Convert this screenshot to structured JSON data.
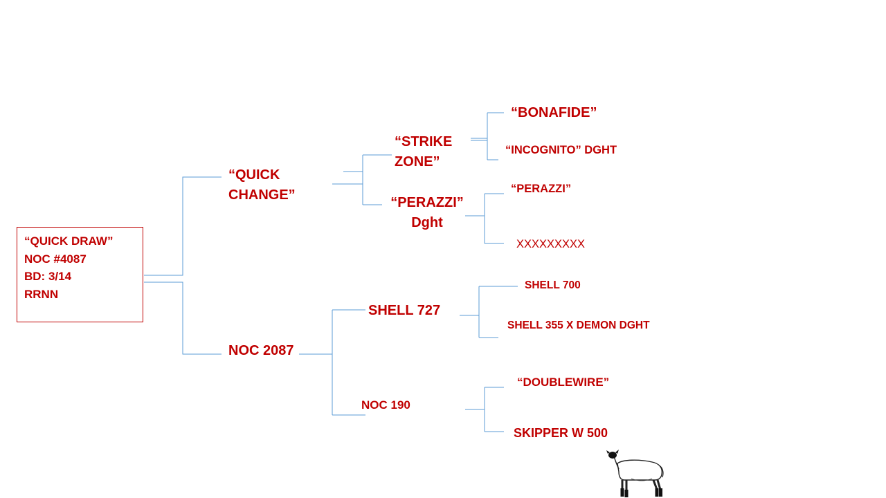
{
  "pedigree": {
    "subject": {
      "lines": [
        "“QUICK DRAW”",
        "NOC #4087",
        "BD:  3/14",
        "RRNN"
      ]
    },
    "sire": {
      "line1": "“QUICK",
      "line2": "CHANGE”"
    },
    "dam": {
      "name": "NOC 2087"
    },
    "sire_sire": {
      "line1": "“STRIKE",
      "line2": "ZONE”"
    },
    "sire_dam": {
      "line1": "“PERAZZI”",
      "line2": "Dght"
    },
    "dam_sire": {
      "name": "SHELL 727"
    },
    "dam_dam": {
      "name": "NOC 190"
    },
    "sire_sire_sire": {
      "name": "“BONAFIDE”"
    },
    "sire_sire_dam": {
      "name": "“INCOGNITO”  DGHT"
    },
    "sire_dam_sire": {
      "name": "“PERAZZI”"
    },
    "sire_dam_dam": {
      "name": "XXXXXXXXX"
    },
    "dam_sire_sire": {
      "name": "SHELL 700"
    },
    "dam_sire_dam": {
      "name": "SHELL 355 X DEMON DGHT"
    },
    "dam_dam_sire": {
      "name": "“DOUBLEWIRE”"
    },
    "dam_dam_dam": {
      "name": "SKIPPER W 500"
    }
  },
  "colors": {
    "text": "#c00000",
    "connector": "#5b9bd5",
    "box_border": "#c00000"
  },
  "decor": {
    "sheep_icon": "sheep-icon"
  }
}
